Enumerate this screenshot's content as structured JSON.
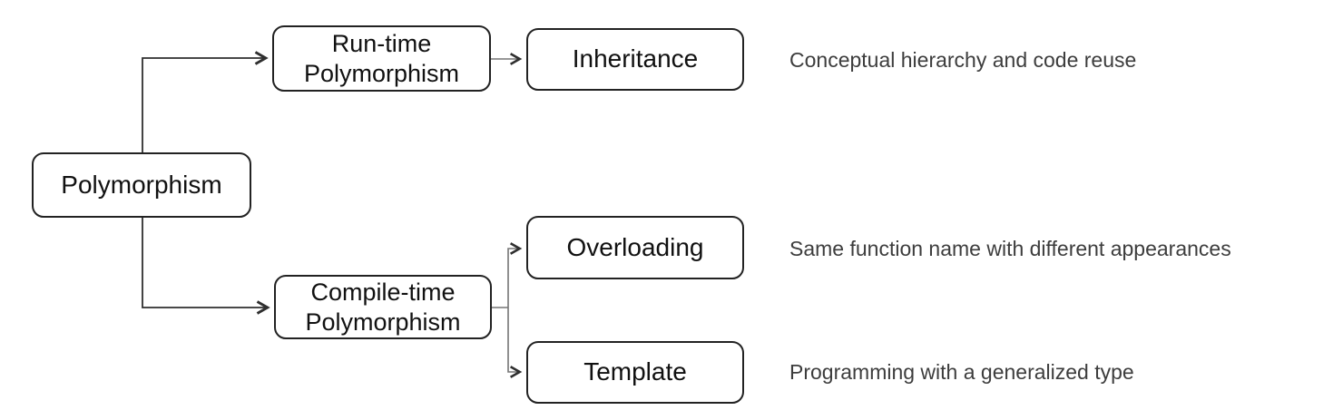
{
  "diagram": {
    "root": {
      "label": "Polymorphism"
    },
    "branches": [
      {
        "line1": "Run-time",
        "line2": "Polymorphism"
      },
      {
        "line1": "Compile-time",
        "line2": "Polymorphism"
      }
    ],
    "leaves": [
      {
        "label": "Inheritance",
        "note": "Conceptual hierarchy and code reuse"
      },
      {
        "label": "Overloading",
        "note": "Same function name with different appearances"
      },
      {
        "label": "Template",
        "note": "Programming with a generalized type"
      }
    ],
    "colors": {
      "box_border": "#222222",
      "box_fill": "#ffffff",
      "connector_main": "#2f2f2f",
      "connector_sub": "#757575",
      "box_text": "#111111",
      "note_text": "#3d3d3d"
    }
  }
}
